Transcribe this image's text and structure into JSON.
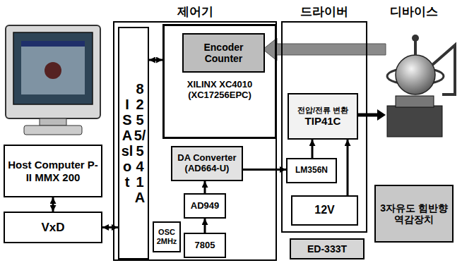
{
  "diagram": {
    "nodes": [
      {
        "text": [
          "Host Computer P-II MMX 200"
        ]
      },
      {
        "text": [
          "VxD"
        ]
      },
      {
        "text": [
          "제어기"
        ]
      },
      {
        "text": [
          "ISA slot",
          "8255/541A"
        ],
        "in": 2
      },
      {
        "text": [
          "XILINX XC4010 (XC17256EPC)"
        ],
        "in": 2
      },
      {
        "text": [
          "Encoder Counter"
        ],
        "in": 4
      },
      {
        "text": [
          "DA Converter (AD664-U)"
        ],
        "in": 2
      },
      {
        "text": [
          "AD949"
        ],
        "in": 2
      },
      {
        "text": [
          "7805"
        ],
        "in": 2
      },
      {
        "text": [
          "OSC 2MHz"
        ],
        "in": 2
      },
      {
        "text": [
          "드라이버"
        ]
      },
      {
        "text": [
          "전압/전류 변환",
          "TIP41C"
        ],
        "in": 10
      },
      {
        "text": [
          "LM356N"
        ],
        "in": 10
      },
      {
        "text": [
          "12V"
        ],
        "in": 10
      },
      {
        "text": [
          "ED-333T"
        ]
      },
      {
        "text": [
          "3자유도 힘반향 역감장치"
        ]
      }
    ],
    "edges": [
      {
        "from": 0,
        "to": 1,
        "arrow": "both"
      },
      {
        "from": 1,
        "to": 3,
        "arrow": "both"
      },
      {
        "from": 3,
        "to": 4,
        "arrow": "both"
      },
      {
        "from": 6,
        "to": 12,
        "arrow": "to"
      },
      {
        "from": 12,
        "to": 11,
        "arrow": "to"
      },
      {
        "from": 13,
        "to": 11,
        "arrow": "to"
      },
      {
        "from": 7,
        "to": 6,
        "arrow": "to"
      },
      {
        "from": 8,
        "to": 7,
        "arrow": "to"
      }
    ],
    "labels": [
      "디바이스"
    ]
  }
}
